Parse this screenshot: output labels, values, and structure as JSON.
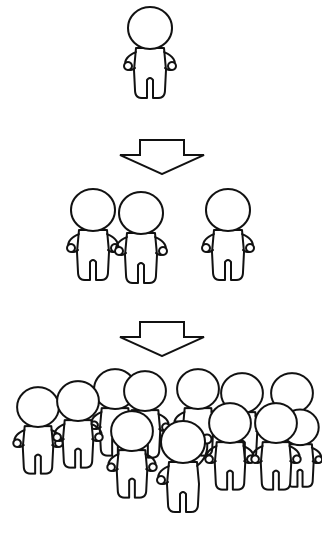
{
  "illustration": {
    "stages": [
      {
        "name": "individual",
        "figure_count": 1
      },
      {
        "name": "small-group",
        "figure_count": 3
      },
      {
        "name": "crowd",
        "figure_count": 15
      }
    ],
    "arrows": 2,
    "colors": {
      "line": "#111111",
      "fill": "#ffffff"
    }
  }
}
